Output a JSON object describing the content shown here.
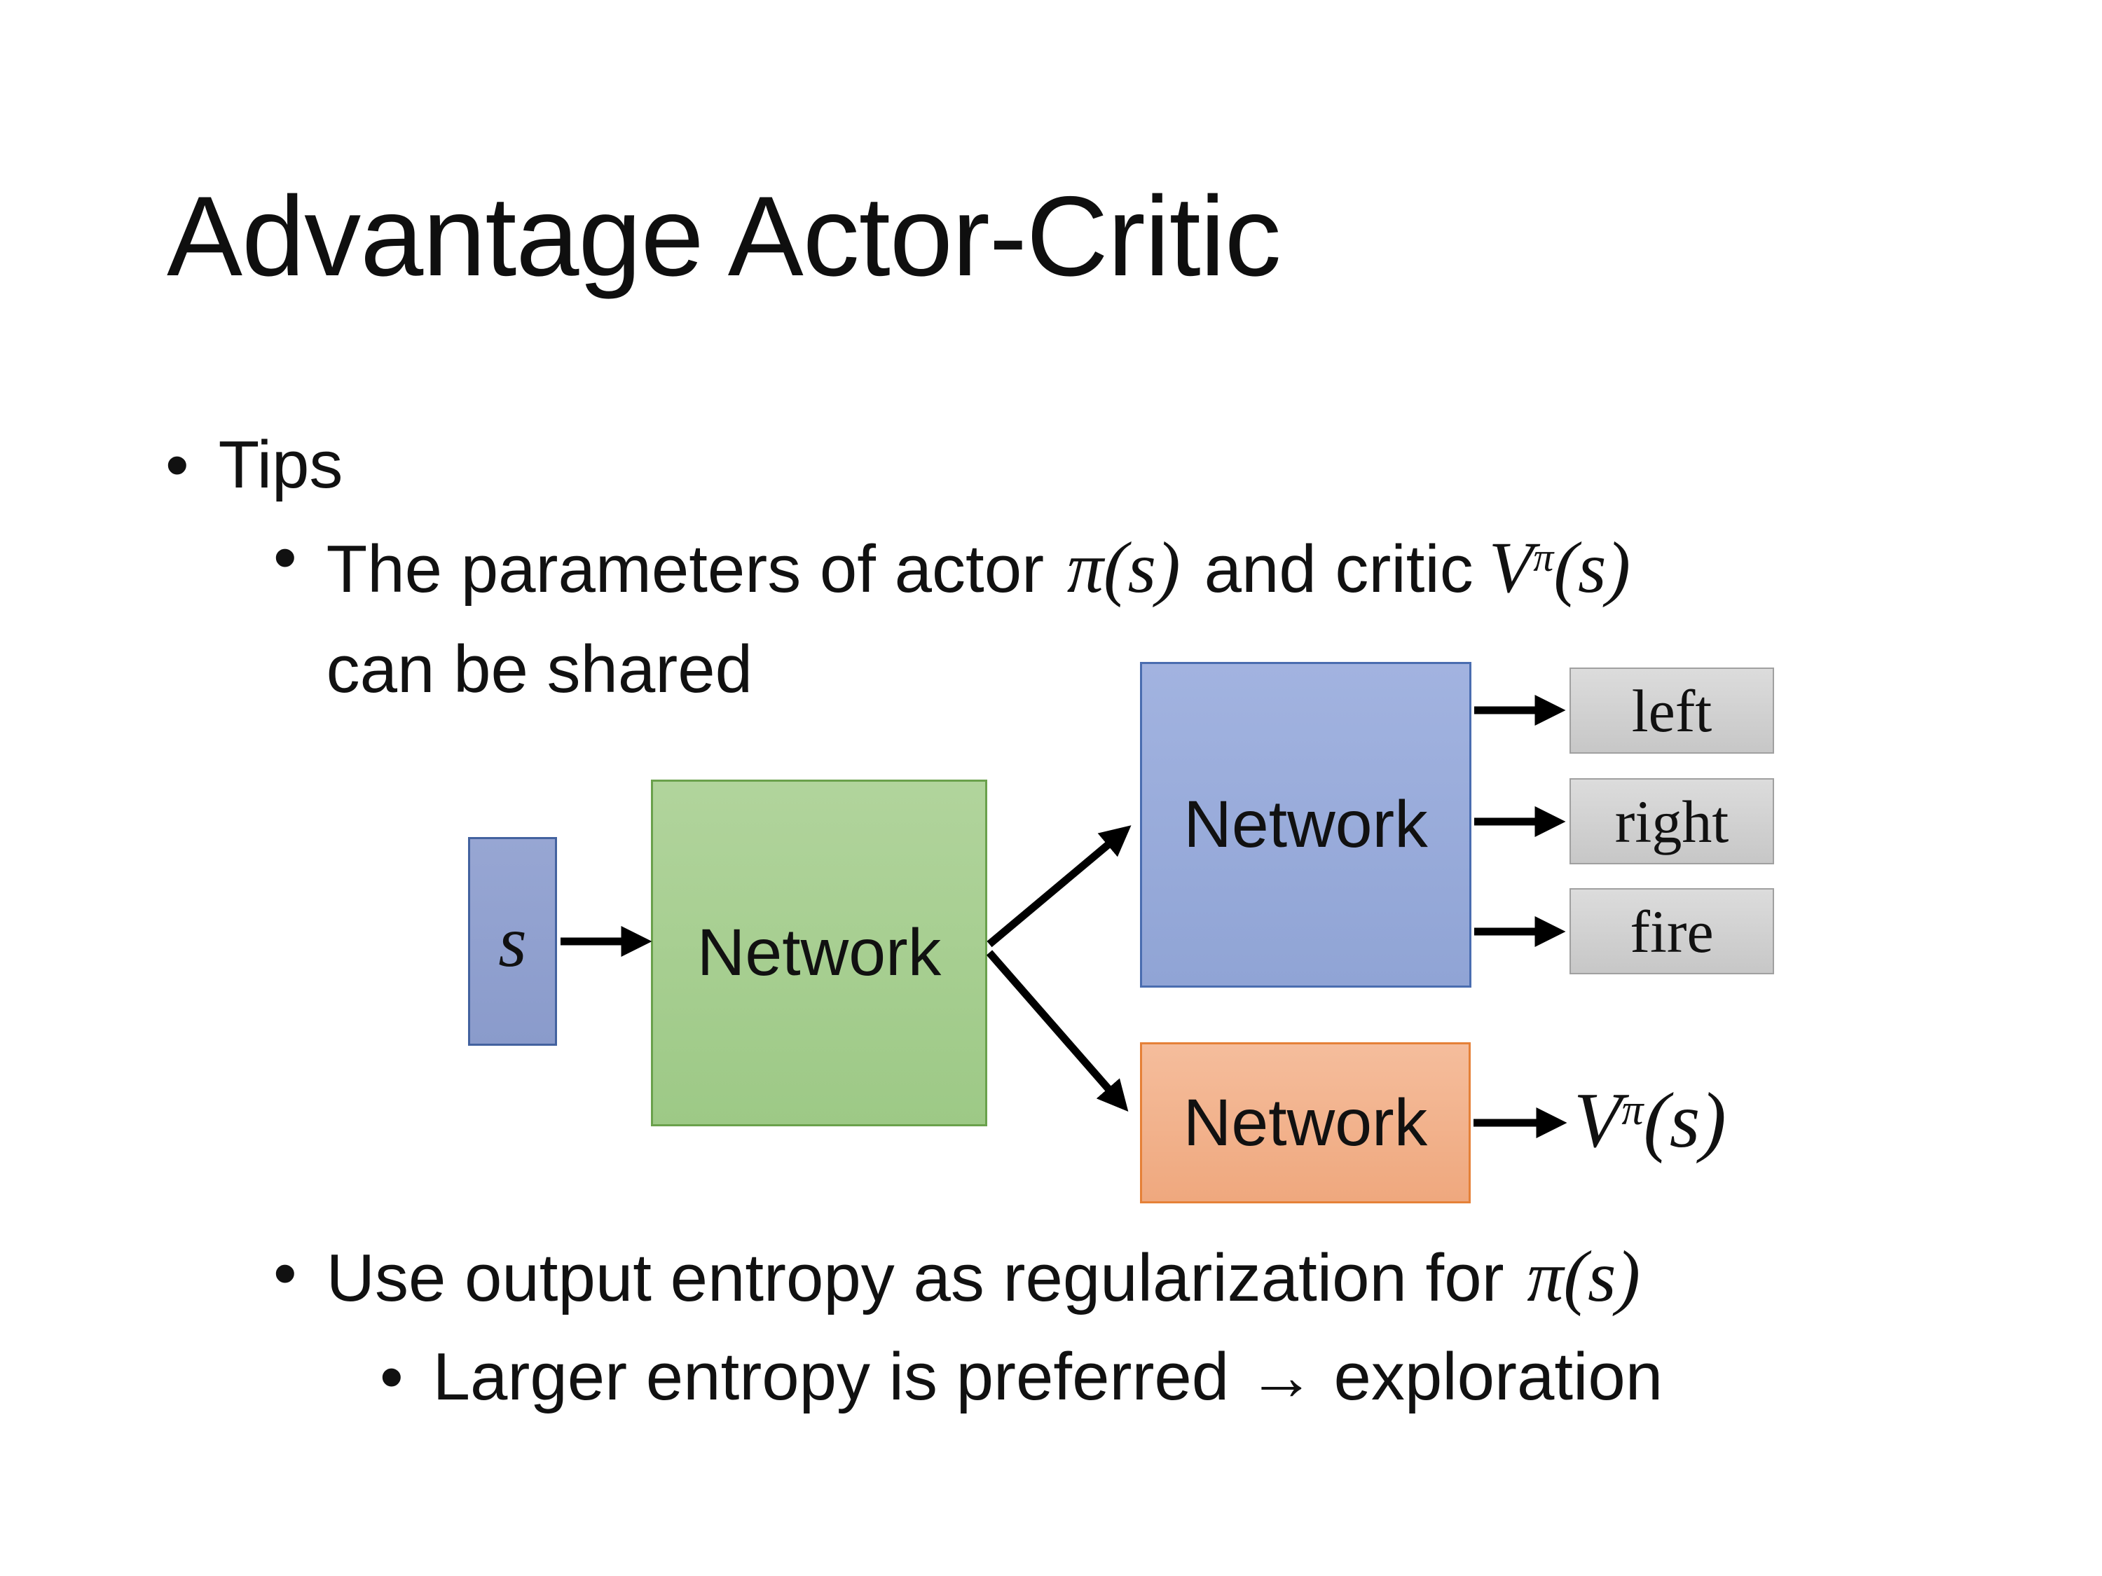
{
  "slide": {
    "title": "Advantage Actor-Critic",
    "bullet_glyph": "•",
    "l1": "Tips",
    "param": {
      "prefix": "The parameters of actor ",
      "actor_math": "π(s)",
      "mid": "and critic",
      "critic_base": "V",
      "critic_sup": "π",
      "critic_args": "(s)",
      "line2": "can be shared"
    },
    "entropy": {
      "prefix": "Use output entropy as regularization for ",
      "math": "π(s)"
    },
    "explore": "Larger entropy is preferred → exploration"
  },
  "diagram": {
    "state_label": "s",
    "shared_network_label": "Network",
    "actor_network_label": "Network",
    "critic_network_label": "Network",
    "action_left": "left",
    "action_right": "right",
    "action_fire": "fire",
    "value_base": "V",
    "value_sup": "π",
    "value_args": "(s)"
  },
  "colors": {
    "background": "#ffffff",
    "text": "#111111",
    "state_box_fill": "#8FA6D0",
    "state_box_border": "#43629F",
    "shared_box_fill": "#A7CE91",
    "shared_box_border": "#6AA14C",
    "actor_box_fill": "#99ABDA",
    "actor_box_border": "#4A6DB0",
    "critic_box_fill": "#F2B38D",
    "critic_box_border": "#E58138",
    "action_box_fill": "#D2D2D2",
    "action_box_border": "#A0A0A0",
    "arrow": "#000000"
  }
}
